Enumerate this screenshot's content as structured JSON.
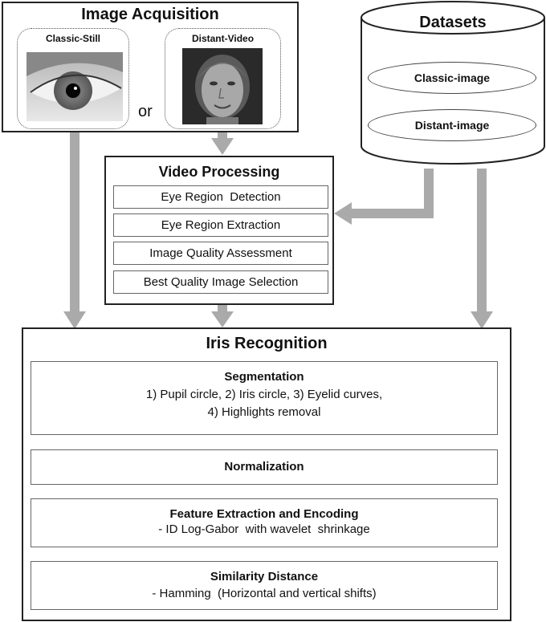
{
  "acquisition": {
    "title": "Image Acquisition",
    "classic_label": "Classic-Still",
    "distant_label": "Distant-Video",
    "or_text": "or"
  },
  "datasets": {
    "title": "Datasets",
    "items": [
      "Classic-image",
      "Distant-image"
    ]
  },
  "video": {
    "title": "Video Processing",
    "steps": [
      "Eye Region  Detection",
      "Eye Region Extraction",
      "Image Quality Assessment",
      "Best Quality Image Selection"
    ]
  },
  "iris": {
    "title": "Iris Recognition",
    "stages": [
      {
        "title": "Segmentation",
        "line1": "1) Pupil circle, 2) Iris circle, 3) Eyelid curves,",
        "line2": "4) Highlights removal"
      },
      {
        "title": "Normalization"
      },
      {
        "title": "Feature Extraction and Encoding",
        "line1": "- ID Log-Gabor  with wavelet  shrinkage"
      },
      {
        "title": "Similarity Distance",
        "line1": "- Hamming  (Horizontal and vertical shifts)"
      }
    ]
  }
}
